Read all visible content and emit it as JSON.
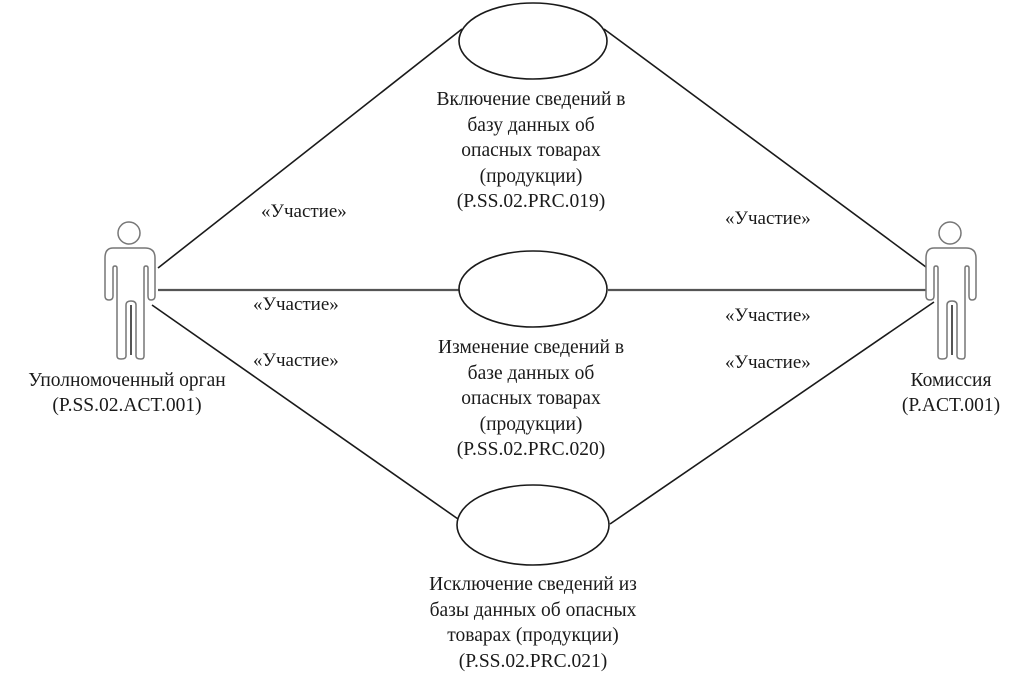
{
  "diagram": {
    "type": "uml-use-case",
    "stroke_color": "#1a1a1a",
    "background": "#ffffff"
  },
  "actors": [
    {
      "id": "actor-left",
      "name": "Уполномоченный орган",
      "code": "(P.SS.02.ACT.001)"
    },
    {
      "id": "actor-right",
      "name": "Комиссия",
      "code": "(P.ACT.001)"
    }
  ],
  "use_cases": [
    {
      "id": "uc-019",
      "lines": [
        "Включение сведений в",
        "базу данных об",
        "опасных товарах",
        "(продукции)",
        "(P.SS.02.PRC.019)"
      ]
    },
    {
      "id": "uc-020",
      "lines": [
        "Изменение сведений в",
        "базе данных об",
        "опасных товарах",
        "(продукции)",
        "(P.SS.02.PRC.020)"
      ]
    },
    {
      "id": "uc-021",
      "lines": [
        "Исключение сведений из",
        "базы данных об опасных",
        "товарах (продукции)",
        "(P.SS.02.PRC.021)"
      ]
    }
  ],
  "associations": [
    {
      "from": "actor-left",
      "to": "uc-019",
      "label": "«Участие»"
    },
    {
      "from": "actor-left",
      "to": "uc-020",
      "label": "«Участие»"
    },
    {
      "from": "actor-left",
      "to": "uc-021",
      "label": "«Участие»"
    },
    {
      "from": "actor-right",
      "to": "uc-019",
      "label": "«Участие»"
    },
    {
      "from": "actor-right",
      "to": "uc-020",
      "label": "«Участие»"
    },
    {
      "from": "actor-right",
      "to": "uc-021",
      "label": "«Участие»"
    }
  ]
}
